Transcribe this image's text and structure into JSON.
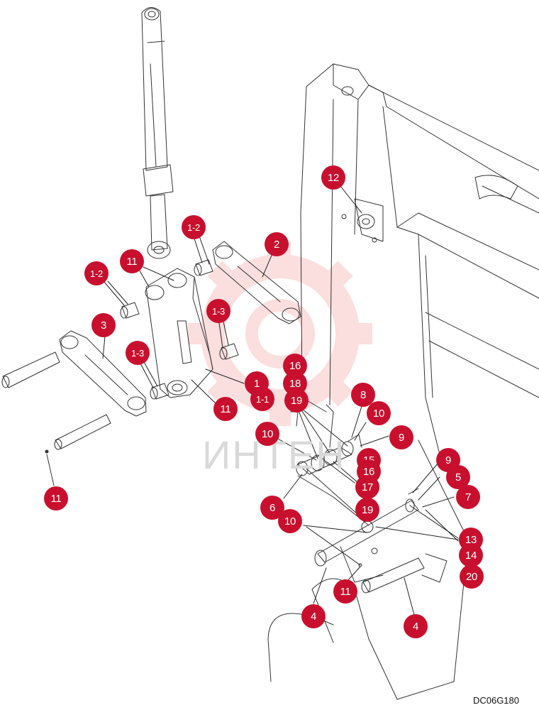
{
  "drawing_code": "DC06G180",
  "watermark_text": "ИНТЕН",
  "colors": {
    "callout": "#c8102e",
    "line": "#333333",
    "watermark": "#f4a3a3"
  },
  "callouts": [
    {
      "id": "c12",
      "label": "12"
    },
    {
      "id": "c1-2a",
      "label": "1-2"
    },
    {
      "id": "c2",
      "label": "2"
    },
    {
      "id": "c11a",
      "label": "11"
    },
    {
      "id": "c1-2b",
      "label": "1-2"
    },
    {
      "id": "c1-3a",
      "label": "1-3"
    },
    {
      "id": "c3",
      "label": "3"
    },
    {
      "id": "c1-3b",
      "label": "1-3"
    },
    {
      "id": "c16a",
      "label": "16"
    },
    {
      "id": "c18a",
      "label": "18"
    },
    {
      "id": "c19a",
      "label": "19"
    },
    {
      "id": "c1",
      "label": "1"
    },
    {
      "id": "c1-1",
      "label": "1-1"
    },
    {
      "id": "c11b",
      "label": "11"
    },
    {
      "id": "c8",
      "label": "8"
    },
    {
      "id": "c10a",
      "label": "10"
    },
    {
      "id": "c9a",
      "label": "9"
    },
    {
      "id": "c10b",
      "label": "10"
    },
    {
      "id": "c15",
      "label": "15"
    },
    {
      "id": "c16b",
      "label": "16"
    },
    {
      "id": "c17",
      "label": "17"
    },
    {
      "id": "c19b",
      "label": "19"
    },
    {
      "id": "c9b",
      "label": "9"
    },
    {
      "id": "c5",
      "label": "5"
    },
    {
      "id": "c7",
      "label": "7"
    },
    {
      "id": "c11c",
      "label": "11"
    },
    {
      "id": "c6",
      "label": "6"
    },
    {
      "id": "c10c",
      "label": "10"
    },
    {
      "id": "c13",
      "label": "13"
    },
    {
      "id": "c14",
      "label": "14"
    },
    {
      "id": "c20",
      "label": "20"
    },
    {
      "id": "c11d",
      "label": "11"
    },
    {
      "id": "c4a",
      "label": "4"
    },
    {
      "id": "c4b",
      "label": "4"
    }
  ]
}
